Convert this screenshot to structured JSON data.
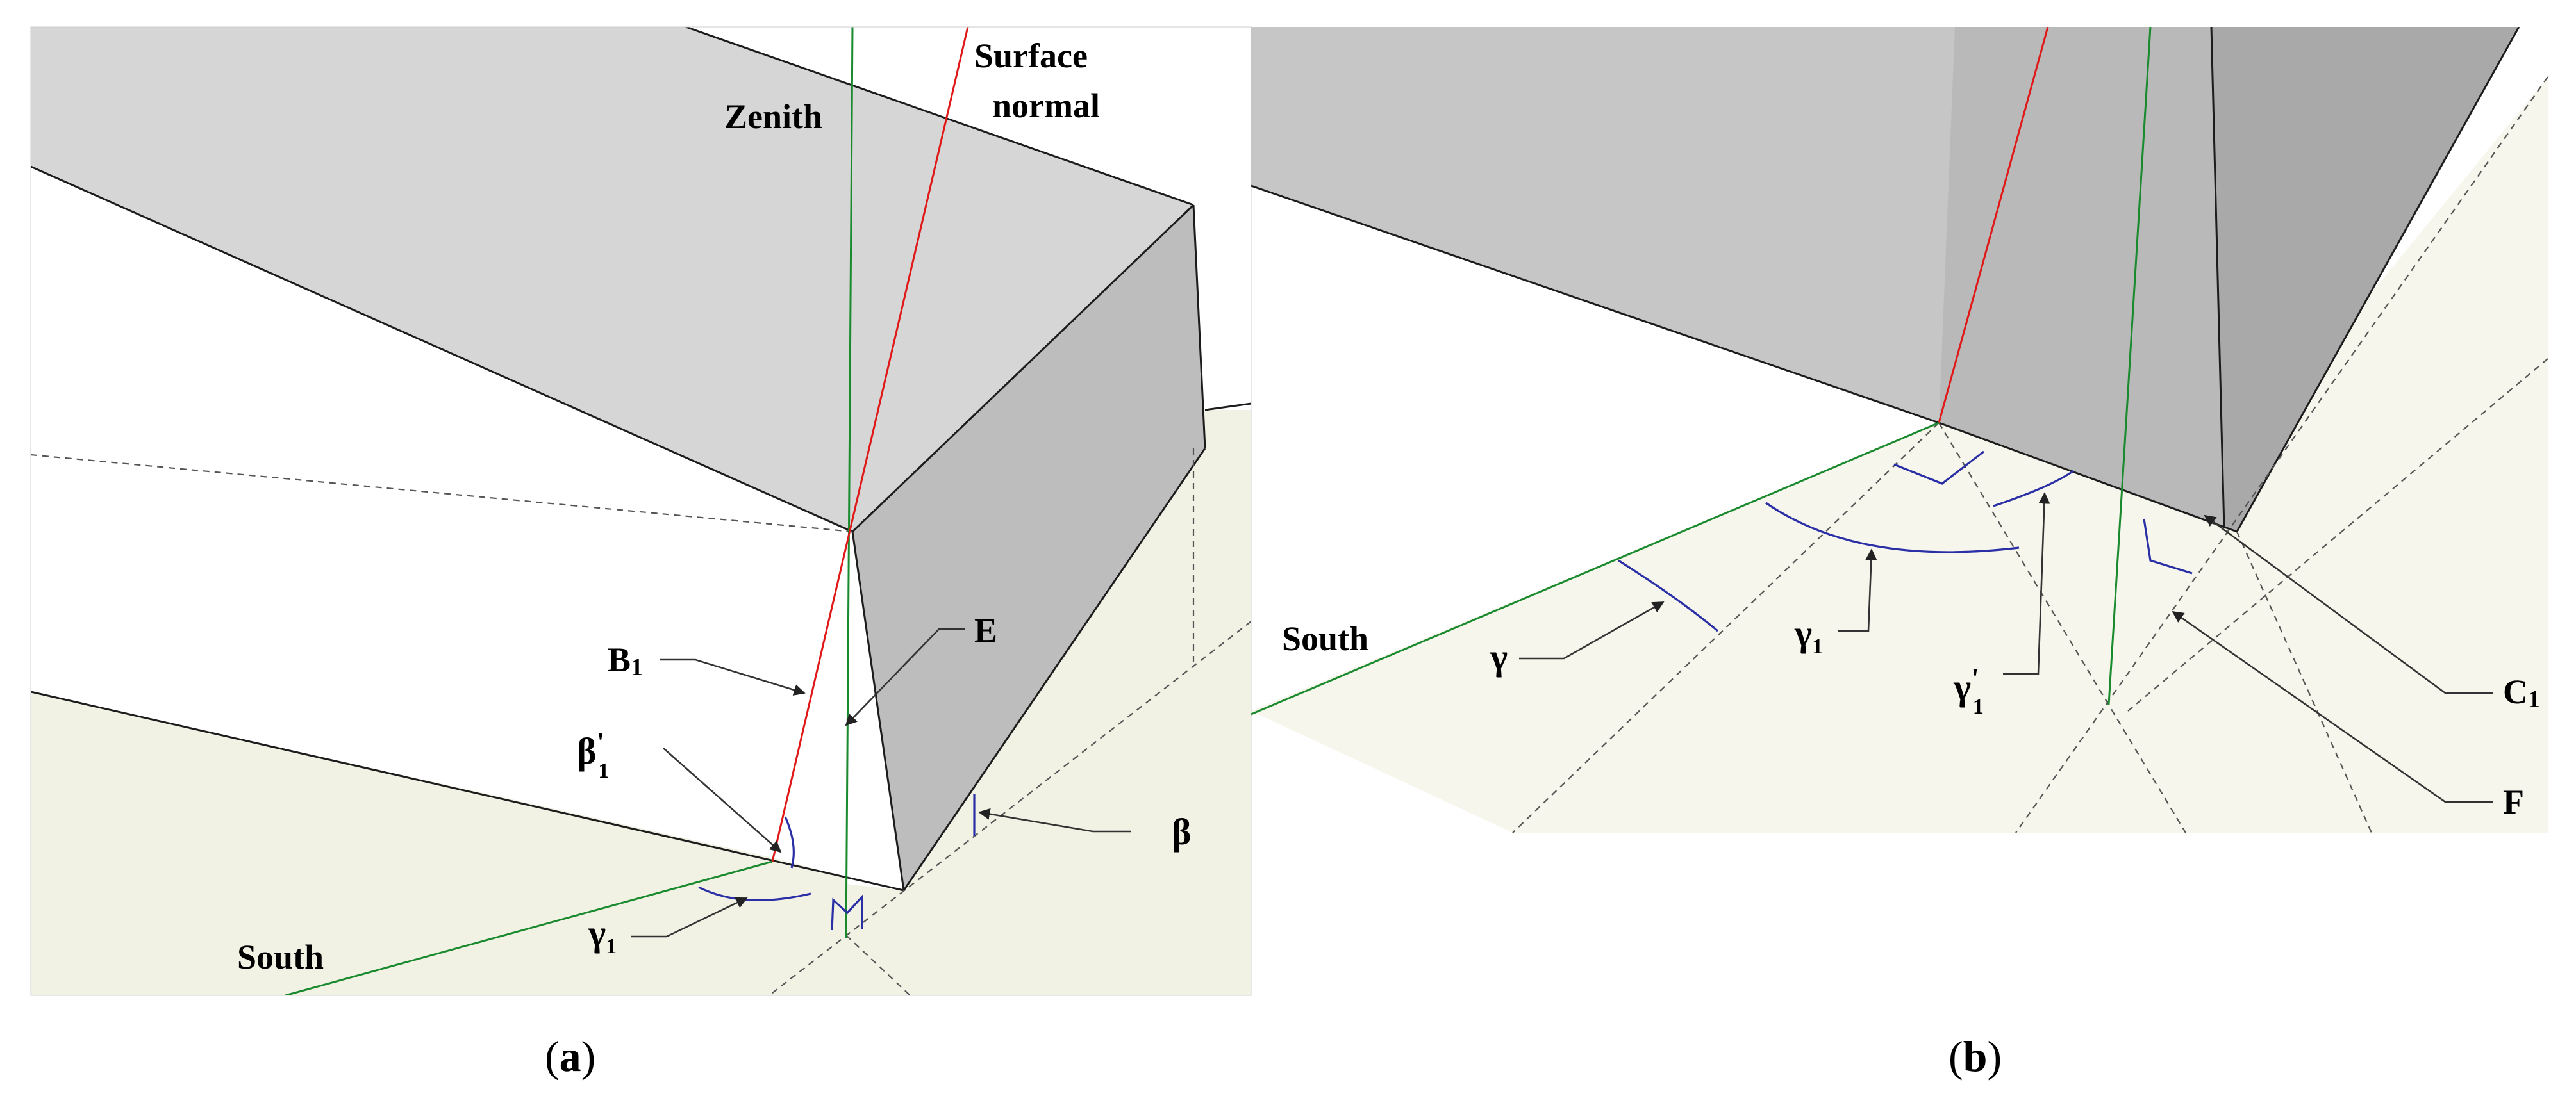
{
  "panel_a": {
    "caption": "a",
    "labels": {
      "zenith": "Zenith",
      "surface_normal_line1": "Surface",
      "surface_normal_line2": "normal",
      "e": "E",
      "b1_letter": "B",
      "b1_sub": "1",
      "beta1_prime_letter": "β",
      "beta1_prime_prime": "'",
      "beta1_prime_sub": "1",
      "beta": "β",
      "gamma1_letter": "γ",
      "gamma1_sub": "1",
      "south": "South"
    }
  },
  "panel_b": {
    "caption": "b",
    "labels": {
      "south": "South",
      "gamma": "γ",
      "gamma1_letter": "γ",
      "gamma1_sub": "1",
      "gamma1_prime_letter": "γ",
      "gamma1_prime_prime": "'",
      "gamma1_prime_sub": "1",
      "c1_letter": "C",
      "c1_sub": "1",
      "f": "F"
    }
  },
  "colors": {
    "zenith_line": "#1a8a2e",
    "surface_normal_line": "#e01818",
    "south_line": "#1a8a2e",
    "angle_arcs": "#2b2fa6",
    "ground": "#f1f1e4",
    "building_top": "#d6d6d6",
    "building_side": "#bdbdbd"
  }
}
